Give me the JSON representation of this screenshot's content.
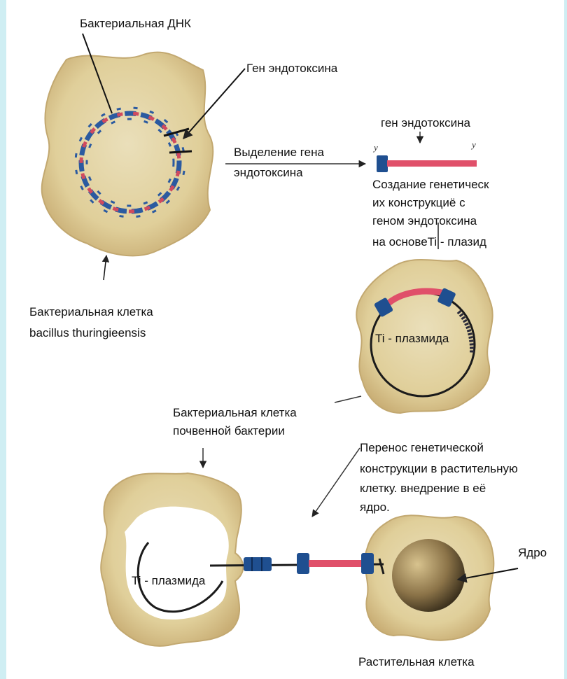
{
  "labels": {
    "bacterial_dna": "Бактериальная ДНК",
    "endotoxin_gene_top": "Ген эндотоксина",
    "gene_isolation_line1": "Выделение гена",
    "gene_isolation_line2": "эндотоксина",
    "endotoxin_gene_small": "ген эндотоксина",
    "construct_line1": "Создание генетическ",
    "construct_line2": "их  конструкциё с",
    "construct_line3": "геном эндотоксина",
    "construct_line4": " на основеTi - плазид",
    "bt_cell_line1": "Бактериальная клетка",
    "bt_cell_line2": "bacillus thuringieensis",
    "ti_plasmid_upper": "Ti - плазмида",
    "soil_cell_line1": "Бактериальная клетка",
    "soil_cell_line2": "почвенной бактерии",
    "transfer_line1": "Перенос генетической",
    "transfer_line2": "конструкции в растительную",
    "transfer_line3": "клетку. внедрение в её",
    "transfer_line4": " ядро.",
    "nucleus": "Ядро",
    "ti_plasmid_lower": "Ti - плазмида",
    "plant_cell": "Растительная клетка",
    "end_mark_left": "у",
    "end_mark_right": "у"
  },
  "colors": {
    "cell_fill": "#e3d3a0",
    "cell_edge": "#c2a870",
    "dna_blue": "#2b5aa0",
    "dna_red": "#d04a5e",
    "gene_red": "#e0506a",
    "marker_blue": "#1f4f90",
    "plasmid_black": "#1b1b1b",
    "frame": "#cfeef3"
  }
}
